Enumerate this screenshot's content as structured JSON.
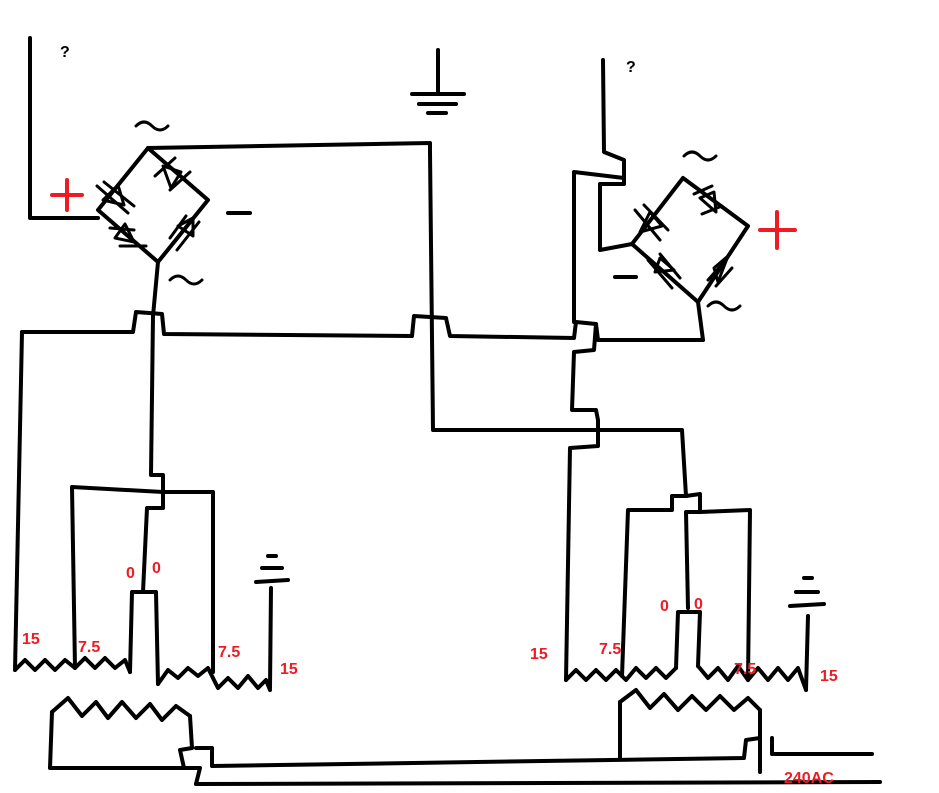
{
  "labels": {
    "unknown_left": "?",
    "unknown_right": "?",
    "tap_left_15_a": "15",
    "tap_left_75_a": "7.5",
    "tap_left_0_a": "0",
    "tap_left_0_b": "0",
    "tap_left_75_b": "7.5",
    "tap_left_15_b": "15",
    "tap_right_15_a": "15",
    "tap_right_75_a": "7.5",
    "tap_right_0_a": "0",
    "tap_right_0_b": "0",
    "tap_right_75_b": "7.5",
    "tap_right_15_b": "15",
    "mains": "240AC"
  },
  "colors": {
    "wire": "#000000",
    "annotation": "#ed1c24"
  }
}
